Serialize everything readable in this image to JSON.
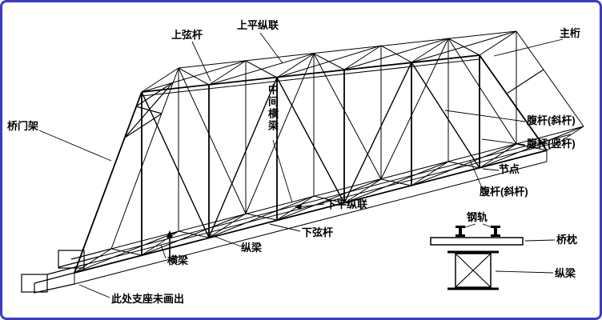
{
  "colors": {
    "frame": "#3a3ac8",
    "line": "#000000",
    "background": "#ffffff"
  },
  "labels": {
    "upper_chord": "上弦杆",
    "upper_lateral_bracing": "上平纵联",
    "main_truss": "主桁",
    "portal_frame": "桥门架",
    "middle_cross_beam": "中间横梁",
    "web_diagonal_upper": "腹杆(斜杆)",
    "web_vertical": "腹杆(竖杆)",
    "joint": "节点",
    "web_diagonal_lower": "腹杆(斜杆)",
    "lower_lateral_bracing": "下平纵联",
    "lower_chord": "下弦杆",
    "stringer": "纵梁",
    "cross_beam": "横梁",
    "support_note": "此处支座未画出"
  },
  "inset": {
    "steel_rail": "钢轨",
    "bridge_sleeper": "桥枕",
    "stringer": "纵梁"
  }
}
